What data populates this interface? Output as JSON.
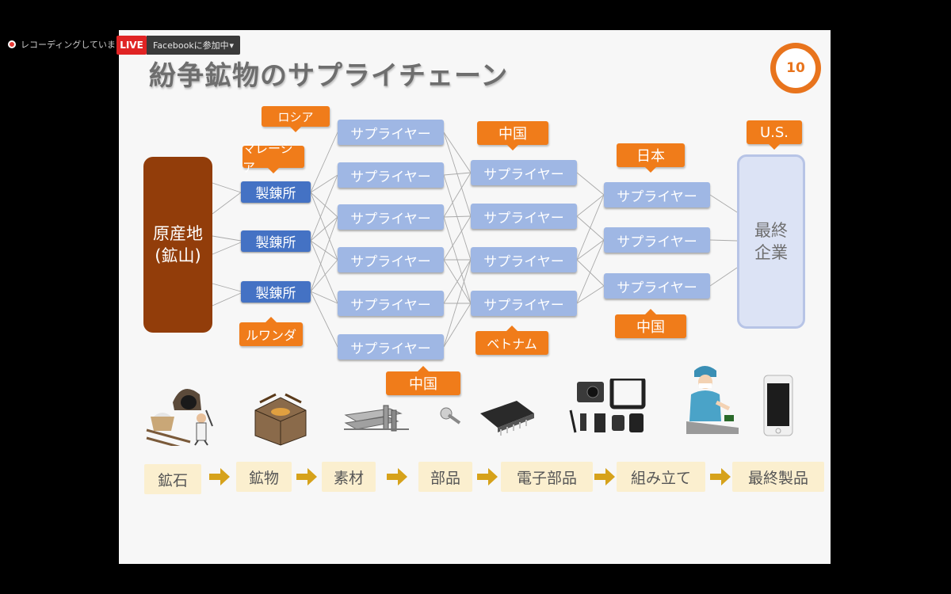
{
  "recording": {
    "label": "レコーディングしています"
  },
  "live": {
    "badge": "LIVE",
    "facebook_label": "Facebookに参加中",
    "caret": "▾"
  },
  "slide": {
    "title": "紛争鉱物のサプライチェーン",
    "page_number": "10",
    "source": {
      "label_line1": "原産地",
      "label_line2": "(鉱山)"
    },
    "destination": {
      "label_line1": "最終",
      "label_line2": "企業"
    },
    "refinery_label": "製錬所",
    "supplier_label": "サプライヤー",
    "tags": {
      "malaysia": "マレーシア",
      "rwanda": "ルワンダ",
      "russia": "ロシア",
      "china_1": "中国",
      "china_2": "中国",
      "vietnam": "ベトナム",
      "japan": "日本",
      "china_3": "中国",
      "usa": "U.S."
    },
    "stages": [
      "鉱石",
      "鉱物",
      "素材",
      "部品",
      "電子部品",
      "組み立て",
      "最終製品"
    ],
    "colors": {
      "orange": "#f07c1a",
      "refinery_blue": "#4472c4",
      "supplier_blue": "#9fb7e4",
      "mine_brown": "#923d0a",
      "stage_fill": "#fbefcf",
      "arrow_gold": "#d6a21b"
    }
  }
}
